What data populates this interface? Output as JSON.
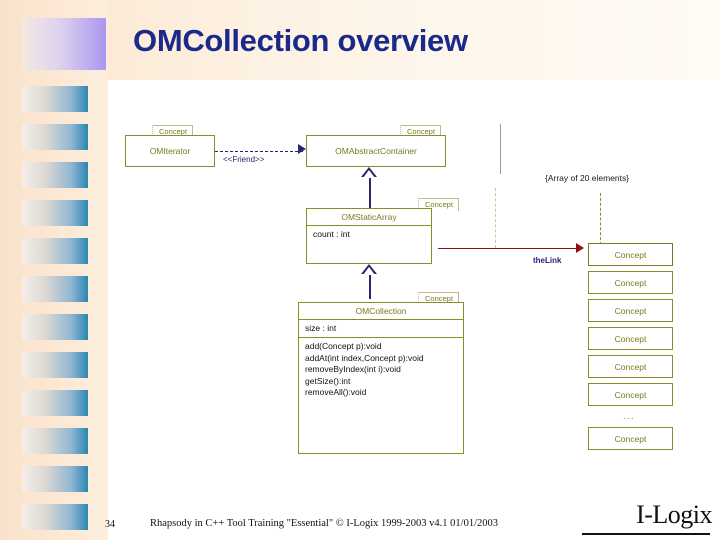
{
  "slide": {
    "title": "OMCollection overview",
    "accent_title_color": "#1b2a8a",
    "uml_border_color": "#8a8a2a",
    "line_color": "#262673",
    "link_color": "#8f1111"
  },
  "diagram": {
    "classes": [
      {
        "id": "omiterator",
        "stereotype": "Concept",
        "name": "OMIterator",
        "attributes": [],
        "operations": []
      },
      {
        "id": "omabstractcontainer",
        "stereotype": "Concept",
        "name": "OMAbstractContainer",
        "attributes": [],
        "operations": []
      },
      {
        "id": "omstaticarray",
        "stereotype": "Concept",
        "name": "OMStaticArray",
        "attributes": [
          "count : int"
        ],
        "operations": []
      },
      {
        "id": "omcollection",
        "stereotype": "Concept",
        "name": "OMCollection",
        "attributes": [
          "size : int"
        ],
        "operations": [
          "add(Concept p):void",
          "addAt(int index,Concept p):void",
          "removeByIndex(int i):void",
          "getSize():int",
          "removeAll():void"
        ]
      }
    ],
    "relations": {
      "friend_label": "<<Friend>>",
      "link_label": "theLink",
      "array_note": "{Array of 20 elements}"
    },
    "instances": {
      "label": "Concept",
      "count_visible": 6,
      "ellipsis": "...",
      "tail_label": "Concept"
    }
  },
  "footer": {
    "page_number": "34",
    "text": "Rhapsody in C++ Tool Training \"Essential\"   © I-Logix 1999-2003   v4.1  01/01/2003",
    "logo": "I-Logix"
  }
}
